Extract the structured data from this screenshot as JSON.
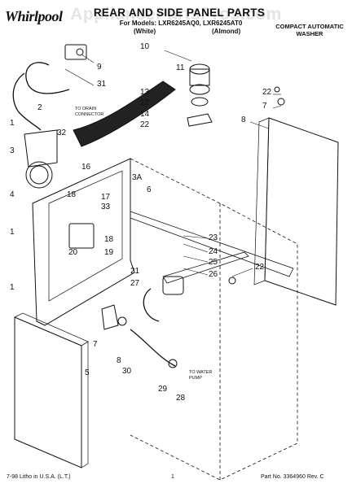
{
  "header": {
    "brand": "Whirlpool",
    "watermark": "AppliancePartsPros.com",
    "title": "REAR AND SIDE PANEL PARTS",
    "models": "For Models: LXR6245AQ0, LXR6245AT0",
    "color_white": "(White)",
    "color_almond": "(Almond)",
    "subtitle_line1": "COMPACT AUTOMATIC",
    "subtitle_line2": "WASHER"
  },
  "callouts": [
    "10",
    "9",
    "11",
    "31",
    "2",
    "13",
    "12",
    "14",
    "22",
    "1",
    "32",
    "3",
    "16",
    "4",
    "18",
    "17",
    "33",
    "3A",
    "6",
    "1",
    "20",
    "19",
    "18",
    "1",
    "7",
    "22",
    "8",
    "23",
    "24",
    "25",
    "26",
    "22",
    "21",
    "27",
    "7",
    "5",
    "8",
    "30",
    "29",
    "28"
  ],
  "notes": {
    "drain_line1": "TO DRAIN",
    "drain_line2": "CONNECTOR",
    "pump_line1": "TO WATER",
    "pump_line2": "PUMP"
  },
  "footer": {
    "left": "7-98 Litho in U.S.A. (L.T.)",
    "center": "1",
    "right": "Part No. 3364960 Rev. C"
  }
}
